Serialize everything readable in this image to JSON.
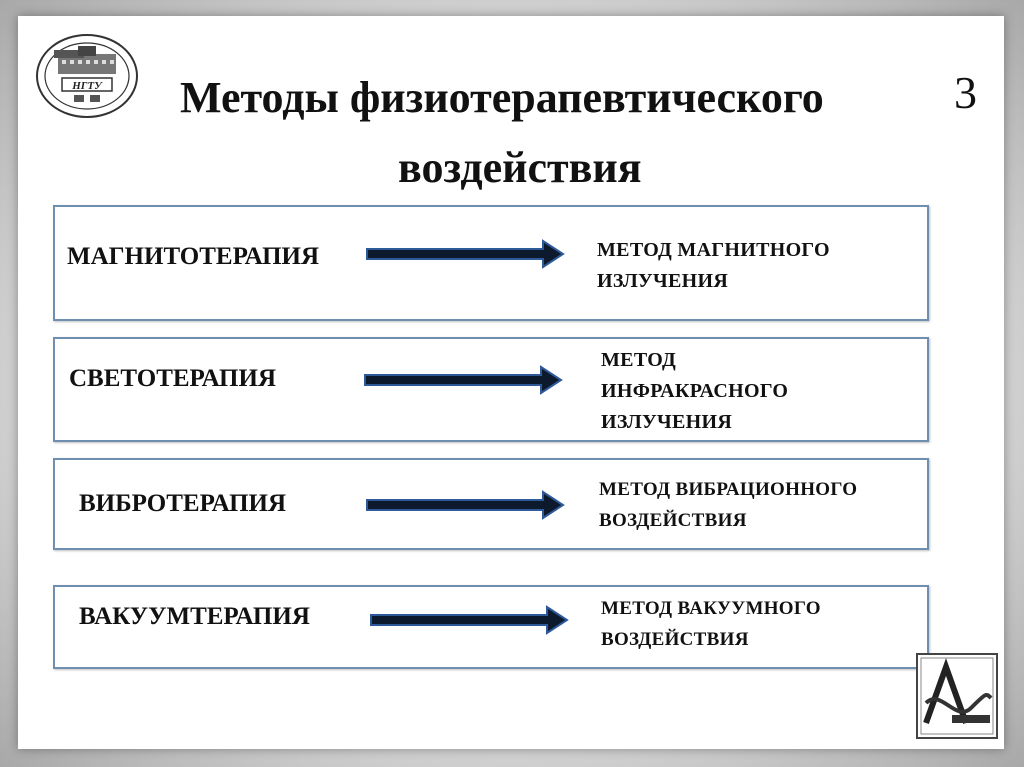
{
  "title": {
    "line1": "Методы физиотерапевтического",
    "line2": "воздействия"
  },
  "slide_number": "3",
  "seal_text": {
    "abbr": "НГТУ"
  },
  "rows": [
    {
      "term": "МАГНИТОТЕРАПИЯ",
      "desc_lines": [
        "МЕТОД МАГНИТНОГО",
        "ИЗЛУЧЕНИЯ"
      ]
    },
    {
      "term": "СВЕТОТЕРАПИЯ",
      "desc_lines": [
        "МЕТОД",
        "ИНФРАКРАСНОГО",
        "ИЗЛУЧЕНИЯ"
      ]
    },
    {
      "term": "ВИБРОТЕРАПИЯ",
      "desc_lines": [
        "МЕТОД ВИБРАЦИОННОГО",
        "ВОЗДЕЙСТВИЯ"
      ]
    },
    {
      "term": "ВАКУУМТЕРАПИЯ",
      "desc_lines": [
        "МЕТОД ВАКУУМНОГО",
        "ВОЗДЕЙСТВИЯ"
      ]
    }
  ],
  "colors": {
    "row_border": "#6f8fb1",
    "arrow_fill": "#0d1a2e",
    "arrow_outline": "#2e5a99"
  }
}
